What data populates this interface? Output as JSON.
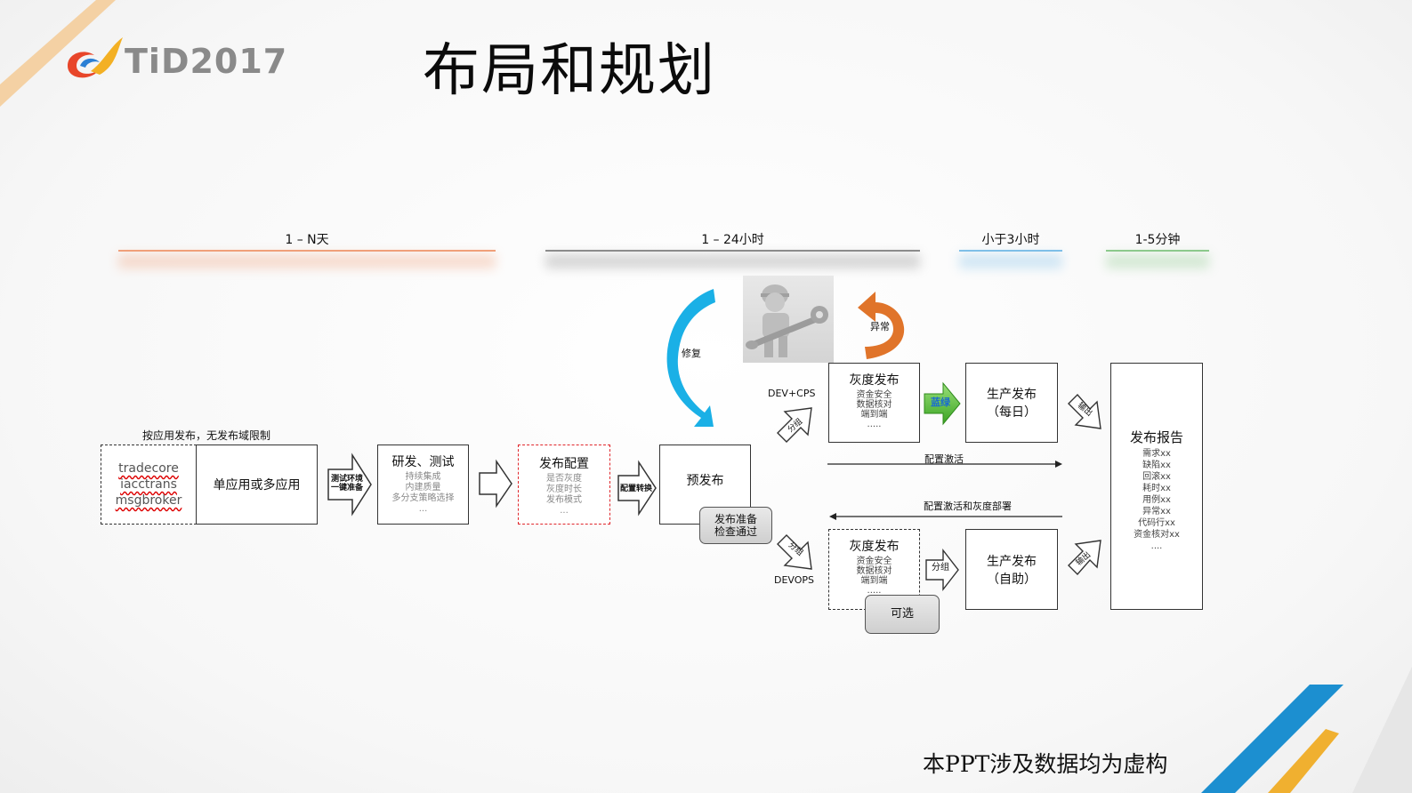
{
  "header": {
    "logo_text": "TiD2017",
    "title": "布局和规划"
  },
  "phases": [
    {
      "label": "1 – N天",
      "color": "#f0a07a"
    },
    {
      "label": "1 – 24小时",
      "color": "#8c8c8c"
    },
    {
      "label": "小于3小时",
      "color": "#7fbfe8"
    },
    {
      "label": "1-5分钟",
      "color": "#8cc98c"
    }
  ],
  "flow": {
    "caption": "按应用发布，无发布域限制",
    "apps": [
      "tradecore",
      "iacctrans",
      "msgbroker"
    ],
    "single_multi": "单应用或多应用",
    "arrow_test_env": [
      "测试环境",
      "一键准备"
    ],
    "dev_test": {
      "title": "研发、测试",
      "items": [
        "持续集成",
        "内建质量",
        "多分支策略选择",
        "..."
      ]
    },
    "release_config": {
      "title": "发布配置",
      "items": [
        "是否灰度",
        "灰度时长",
        "发布模式",
        "..."
      ]
    },
    "arrow_config_convert": "配置转换",
    "pre_release": "预发布",
    "pre_release_ready": [
      "发布准备",
      "检查通过"
    ],
    "repair_label": "修复",
    "exception_label": "异常",
    "dev_cps": "DEV+CPS",
    "devops": "DEVOPS",
    "group_label": "分组",
    "gray_release_top": {
      "title": "灰度发布",
      "items": [
        "资金安全",
        "数据核对",
        "端到端",
        "....."
      ]
    },
    "gray_release_bottom": {
      "title": "灰度发布",
      "items": [
        "资金安全",
        "数据核对",
        "端到端",
        "....."
      ]
    },
    "blue_green": "蓝绿",
    "prod_daily": [
      "生产发布",
      "（每日）"
    ],
    "prod_self": [
      "生产发布",
      "（自助）"
    ],
    "output_label": "输出",
    "config_activate": "配置激活",
    "config_activate_gray": "配置激活和灰度部署",
    "optional": "可选",
    "report": {
      "title": "发布报告",
      "items": [
        "需求xx",
        "缺陷xx",
        "回滚xx",
        "耗时xx",
        "用例xx",
        "异常xx",
        "代码行xx",
        "资金核对xx",
        "...."
      ]
    }
  },
  "footer": "本PPT涉及数据均为虚构",
  "colors": {
    "cyan_arrow": "#1ab0e6",
    "orange_arrow": "#e0742a",
    "green_arrow": "#5cc23a",
    "red_dash": "#e0262b"
  }
}
